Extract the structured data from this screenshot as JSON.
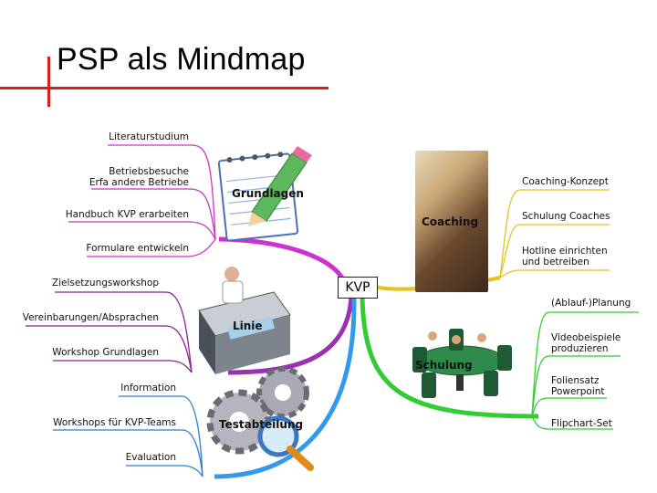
{
  "title": "PSP als Mindmap",
  "center": "KVP",
  "branches": [
    {
      "hub": "Grundlagen",
      "color": "#cc33cc",
      "side": "left",
      "children": [
        "Literaturstudium",
        "Betriebsbesuche\nErfa andere Betriebe",
        "Handbuch KVP erarbeiten",
        "Formulare entwickeln"
      ]
    },
    {
      "hub": "Linie",
      "color": "#8a2090",
      "side": "left",
      "children": [
        "Zielsetzungsworkshop",
        "Vereinbarungen/Absprachen",
        "Workshop Grundlagen"
      ]
    },
    {
      "hub": "Testabteilung",
      "color": "#2a7fd4",
      "side": "left",
      "children": [
        "Information",
        "Workshops für KVP-Teams",
        "Evaluation"
      ]
    },
    {
      "hub": "Coaching",
      "color": "#e8c020",
      "side": "right",
      "children": [
        "Coaching-Konzept",
        "Schulung Coaches",
        "Hotline einrichten\nund betreiben"
      ]
    },
    {
      "hub": "Schulung",
      "color": "#33cc33",
      "side": "right",
      "children": [
        "(Ablauf-)Planung",
        "Videobeispiele\nproduzieren",
        "Foliensatz\nPowerpoint",
        "Flipchart-Set"
      ]
    }
  ]
}
